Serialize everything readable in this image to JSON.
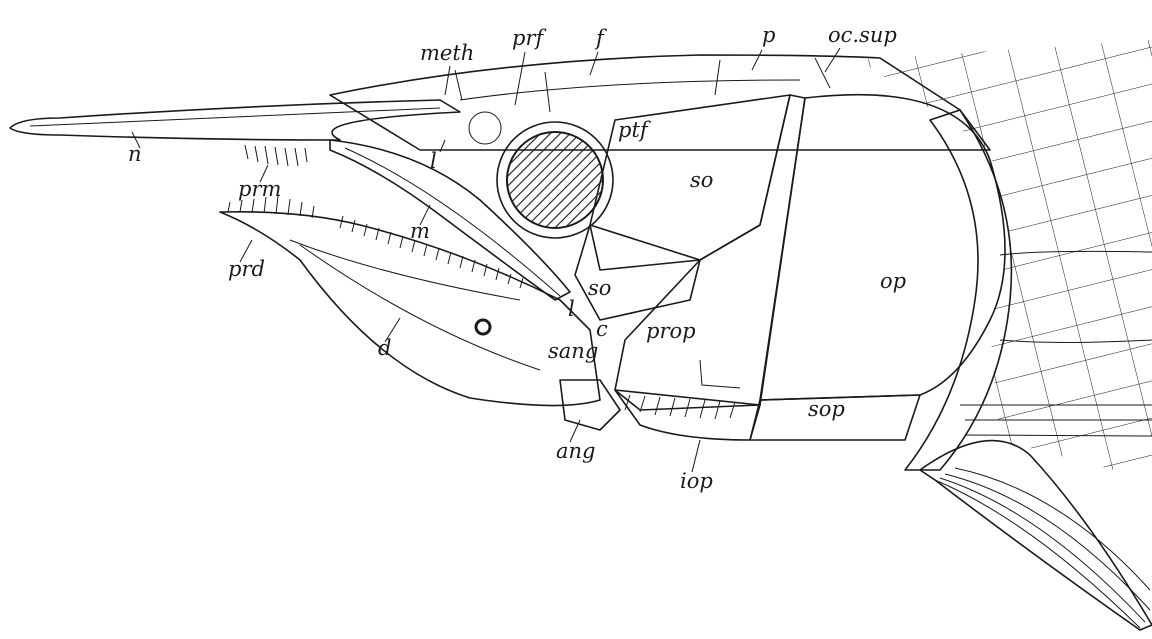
{
  "figure": {
    "labels": {
      "n": "n",
      "meth": "meth",
      "prf": "prf",
      "f": "f",
      "p": "p",
      "oc_sup": "oc.sup",
      "ptf": "ptf",
      "l_upper": "l",
      "so_upper": "so",
      "op": "op",
      "prm": "prm",
      "m": "m",
      "prd": "prd",
      "so_lower": "so",
      "d": "d",
      "l_lower": "l",
      "c": "c",
      "prop": "prop",
      "sang": "sang",
      "sop": "sop",
      "ang": "ang",
      "iop": "iop"
    }
  }
}
